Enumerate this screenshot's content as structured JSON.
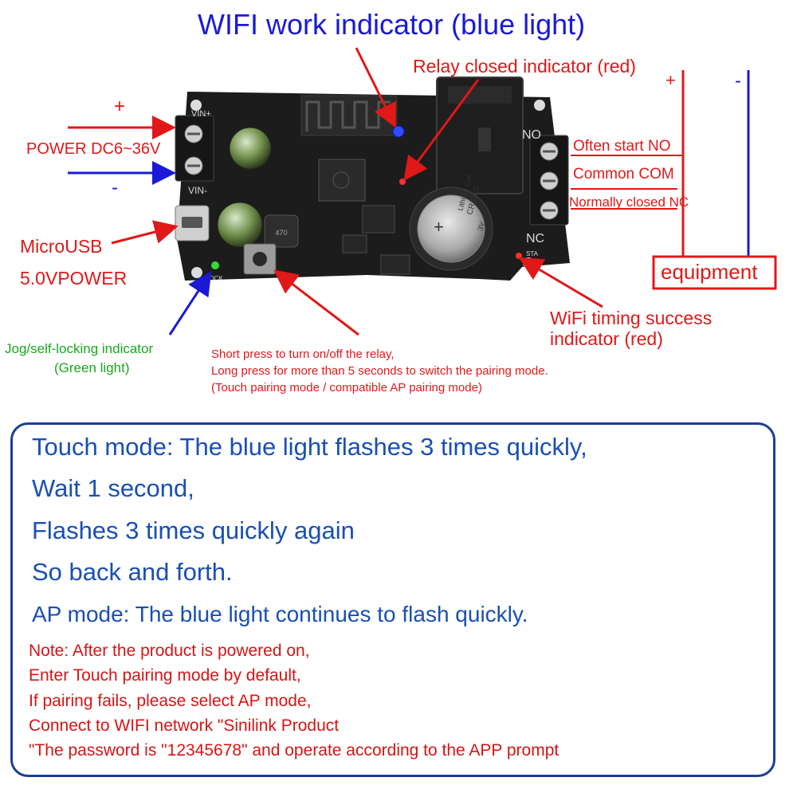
{
  "labels": {
    "wifi_indicator": "WIFI work indicator (blue light)",
    "relay_indicator": "Relay closed indicator (red)",
    "plus_left": "+",
    "minus_left": "-",
    "power": "POWER DC6~36V",
    "microusb": "MicroUSB",
    "usb_power": "5.0VPOWER",
    "jog_line1": "Jog/self-locking indicator",
    "jog_line2": "(Green light)",
    "button_line1": "Short press to turn on/off the relay,",
    "button_line2": "Long press for more than 5 seconds to switch the pairing mode.",
    "button_line3": "(Touch pairing mode / compatible AP pairing mode)",
    "no_terminal": "Often start NO",
    "com_terminal": "Common COM",
    "nc_terminal": "Normally closed NC",
    "plus_right": "+",
    "minus_right": "-",
    "equipment": "equipment",
    "timing_line1": "WiFi timing success",
    "timing_line2": "indicator (red)"
  },
  "board": {
    "silk_vin_plus": "VIN+",
    "silk_vin_minus": "VIN-",
    "silk_no": "NO",
    "silk_nc": "NC",
    "silk_lock": "LOCK",
    "silk_sta": "STA",
    "silk_470": "470",
    "battery_line1": "Lithium Cell",
    "battery_line2": "CR1220",
    "battery_line3": "3V",
    "battery_plus": "+"
  },
  "info": {
    "line1": "Touch mode: The blue light flashes 3 times quickly,",
    "line2": "Wait 1 second,",
    "line3": "Flashes 3 times quickly again",
    "line4": "So back and forth.",
    "line5": "AP mode: The blue light continues to flash quickly.",
    "note1": "Note: After the product is powered on,",
    "note2": "Enter Touch pairing mode by default,",
    "note3": "If pairing fails, please select AP mode,",
    "note4": "Connect to WIFI network \"Sinilink Product",
    "note5": "\"The password is \"12345678\" and operate according to the APP prompt"
  },
  "colors": {
    "label_red": "#e01818",
    "label_blue": "#1a1ad6",
    "info_blue": "#1a4fb3",
    "note_red": "#d41515",
    "box_border": "#1b3f95",
    "pcb": "#1c1c1c"
  }
}
